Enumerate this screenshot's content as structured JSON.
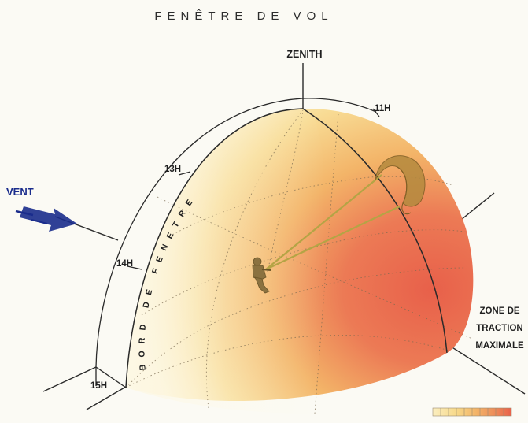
{
  "title": "FENÊTRE DE VOL",
  "labels": {
    "zenith": "ZENITH",
    "h11": "11H",
    "h13": "13H",
    "h14": "14H",
    "h15": "15H",
    "wind": "VENT",
    "window_edge": "BORD DE FENETRE",
    "traction_zone": [
      "ZONE DE",
      "TRACTION",
      "MAXIMALE"
    ]
  },
  "colors": {
    "wind_arrow": "#1a2c8c",
    "power_low": "#fbeec0",
    "power_mid": "#f3b468",
    "power_high": "#e8604a",
    "line_dark": "#2a2a2a"
  },
  "scale_legend": {
    "gradient": [
      "#fbeec0",
      "#f7d98a",
      "#f3b468",
      "#ed8a58",
      "#e8604a"
    ]
  },
  "icons": {
    "kite": "kite-icon",
    "kiter": "kiter-icon",
    "wind": "wind-arrow-icon"
  }
}
